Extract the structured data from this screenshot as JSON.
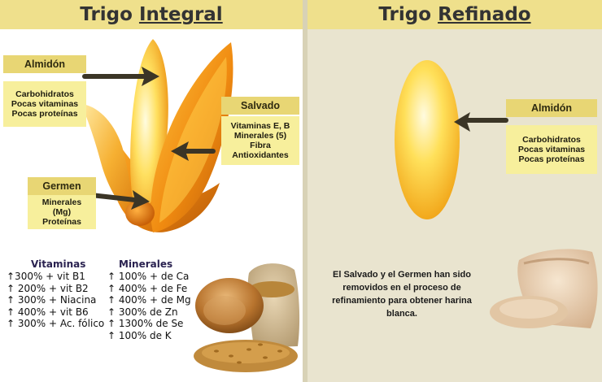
{
  "left": {
    "title_pre": "Trigo ",
    "title_u": "Integral",
    "almidon": {
      "head": "Almidón",
      "body": [
        "Carbohidratos",
        "Pocas vitaminas",
        "Pocas proteínas"
      ]
    },
    "salvado": {
      "head": "Salvado",
      "body": [
        "Vitaminas E, B",
        "Minerales (5)",
        "Fibra",
        "Antioxidantes"
      ]
    },
    "germen": {
      "head": "Germen",
      "body": [
        "Minerales",
        "(Mg)",
        "Proteínas"
      ]
    },
    "vitaminas": {
      "heading": "Vitaminas",
      "items": [
        "↑300% + vit B1",
        "↑ 200% + vit B2",
        "↑ 300% + Niacina",
        "↑ 400% + vit B6",
        "↑ 300% + Ac. fólico"
      ]
    },
    "minerales": {
      "heading": "Minerales",
      "items": [
        "↑ 100% + de Ca",
        "↑ 400% + de Fe",
        "↑ 400% + de Mg",
        "↑ 300% de Zn",
        "↑ 1300% de Se",
        "↑ 100% de K"
      ]
    }
  },
  "right": {
    "title_pre": "Trigo ",
    "title_u": "Refinado",
    "almidon": {
      "head": "Almidón",
      "body": [
        "Carbohidratos",
        "Pocas vitaminas",
        "Pocas proteínas"
      ]
    },
    "note": "El Salvado y el Germen han sido removidos en el proceso de refinamiento para obtener harina blanca."
  },
  "colors": {
    "title_bar": "#efe08c",
    "label_head": "#e8d674",
    "label_body": "#f7ef9c",
    "right_bg": "#e9e4cf",
    "arrow": "#3b3526",
    "grain": "#f0a020"
  }
}
